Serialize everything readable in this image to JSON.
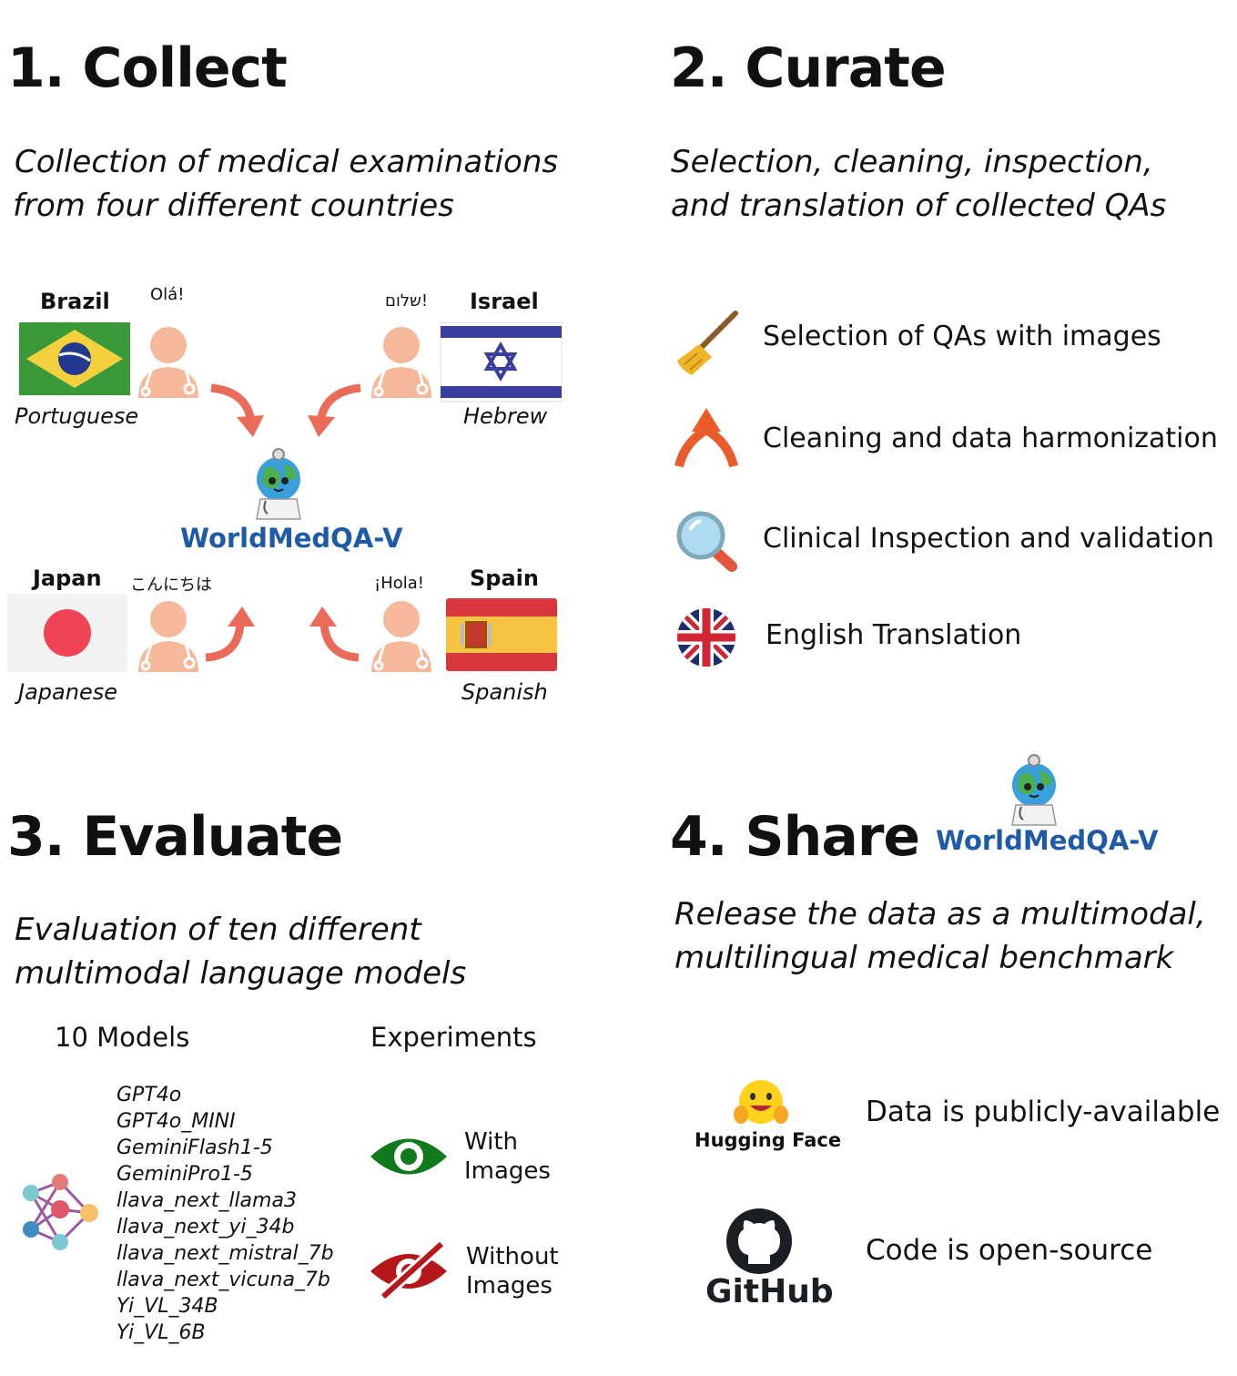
{
  "collect": {
    "title": "1. Collect",
    "subtitle_line1": "Collection of medical examinations",
    "subtitle_line2": "from four different countries",
    "countries": [
      {
        "name": "Brazil",
        "language": "Portuguese",
        "greeting": "Olá!"
      },
      {
        "name": "Israel",
        "language": "Hebrew",
        "greeting": "שלום!"
      },
      {
        "name": "Japan",
        "language": "Japanese",
        "greeting": "こんにちは"
      },
      {
        "name": "Spain",
        "language": "Spanish",
        "greeting": "¡Hola!"
      }
    ],
    "brand": "WorldMedQA-V"
  },
  "curate": {
    "title": "2. Curate",
    "subtitle_line1": "Selection, cleaning, inspection,",
    "subtitle_line2": "and translation of collected QAs",
    "steps": [
      {
        "label": "Selection of QAs with images",
        "icon": "broom-icon"
      },
      {
        "label": "Cleaning and data harmonization",
        "icon": "merge-arrow-icon"
      },
      {
        "label": "Clinical Inspection and validation",
        "icon": "magnifier-icon"
      },
      {
        "label": "English Translation",
        "icon": "uk-flag-icon"
      }
    ]
  },
  "evaluate": {
    "title": "3. Evaluate",
    "subtitle_line1": "Evaluation of ten different",
    "subtitle_line2": "multimodal language models",
    "models_header": "10 Models",
    "experiments_header": "Experiments",
    "models": [
      "GPT4o",
      "GPT4o_MINI",
      "GeminiFlash1-5",
      "GeminiPro1-5",
      "llava_next_llama3",
      "llava_next_yi_34b",
      "llava_next_mistral_7b",
      "llava_next_vicuna_7b",
      "Yi_VL_34B",
      "Yi_VL_6B"
    ],
    "experiments": [
      {
        "line1": "With",
        "line2": "Images",
        "icon": "eye-icon"
      },
      {
        "line1": "Without",
        "line2": "Images",
        "icon": "eye-slash-icon"
      }
    ]
  },
  "share": {
    "title": "4. Share",
    "brand": "WorldMedQA-V",
    "subtitle_line1": "Release the data as a multimodal,",
    "subtitle_line2": "multilingual medical benchmark",
    "items": [
      {
        "logo_text": "Hugging Face",
        "label": "Data is publicly-available"
      },
      {
        "logo_text": "GitHub",
        "label": "Code is open-source"
      }
    ]
  },
  "colors": {
    "brand_blue": "#1f5aa6",
    "arrow": "#ea6b58",
    "doctor": "#f6b89a",
    "eye_green": "#0f7a1c",
    "eye_red": "#b5171b"
  }
}
